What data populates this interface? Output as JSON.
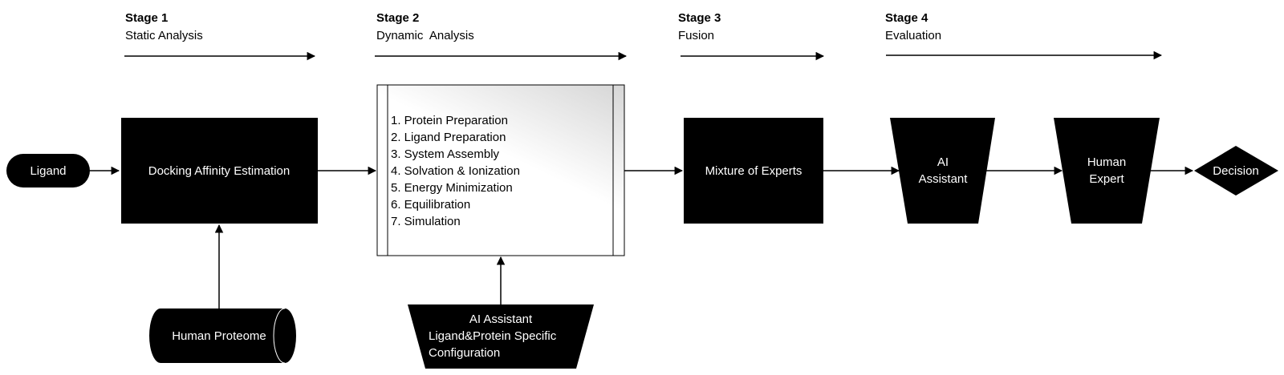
{
  "stages": [
    {
      "title": "Stage 1",
      "subtitle": "Static Analysis"
    },
    {
      "title": "Stage 2",
      "subtitle": "Dynamic  Analysis"
    },
    {
      "title": "Stage 3",
      "subtitle": "Fusion"
    },
    {
      "title": "Stage 4",
      "subtitle": "Evaluation"
    }
  ],
  "nodes": {
    "ligand": "Ligand",
    "docking": "Docking Affinity Estimation",
    "proteome": "Human Proteome",
    "steps": [
      "1. Protein Preparation",
      "2. Ligand Preparation",
      "3. System Assembly",
      "4. Solvation & Ionization",
      "5. Energy Minimization",
      "6. Equilibration",
      "7. Simulation"
    ],
    "ai_config": [
      "AI Assistant",
      "Ligand&Protein Specific",
      "Configuration"
    ],
    "moe": "Mixture of Experts",
    "ai_assistant": [
      "AI",
      "Assistant"
    ],
    "human_expert": [
      "Human",
      "Expert"
    ],
    "decision": "Decision"
  }
}
